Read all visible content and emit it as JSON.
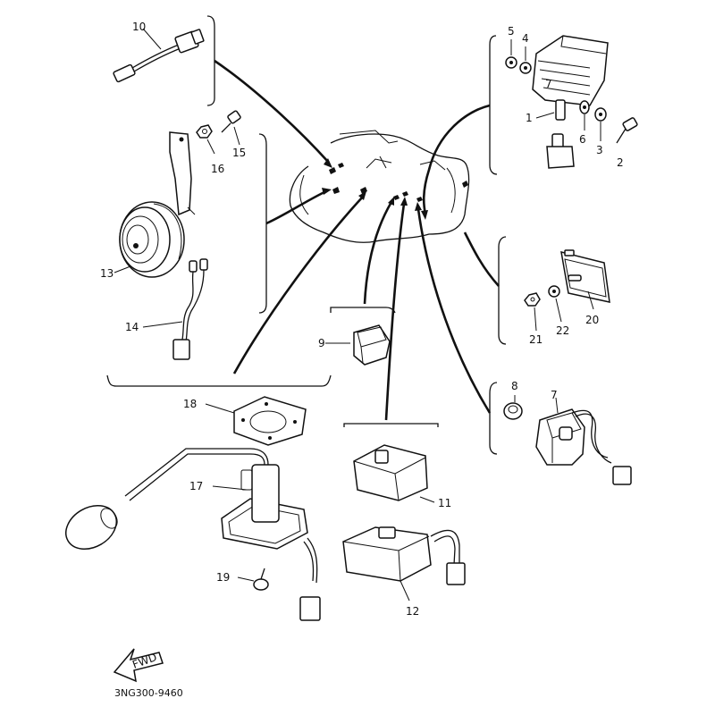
{
  "diagram_code": "3NG300-9460",
  "fwd_label": "FWD",
  "callouts": {
    "p1": "1",
    "p2": "2",
    "p3": "3",
    "p4": "4",
    "p5": "5",
    "p6": "6",
    "p7": "7",
    "p8": "8",
    "p9": "9",
    "p10": "10",
    "p11": "11",
    "p12": "12",
    "p13": "13",
    "p14": "14",
    "p15": "15",
    "p16": "16",
    "p17": "17",
    "p18": "18",
    "p19": "19",
    "p20": "20",
    "p21": "21",
    "p22": "22"
  }
}
